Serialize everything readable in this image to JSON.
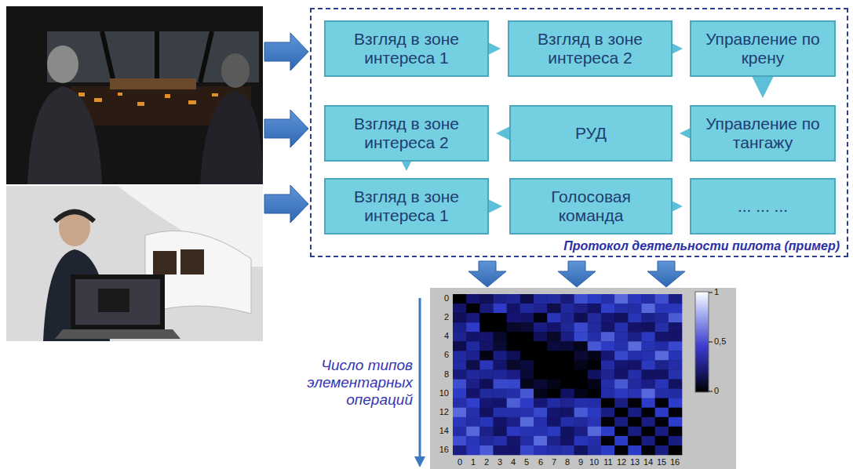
{
  "diagram": {
    "nodes": [
      {
        "text": [
          "Протокол деятельности пилота (пример)"
        ]
      },
      {
        "text": [
          "Взгляд в зоне интереса 1"
        ],
        "in": 0
      },
      {
        "text": [
          "Взгляд в зоне интереса 2"
        ],
        "in": 0
      },
      {
        "text": [
          "Управление по крену"
        ],
        "in": 0
      },
      {
        "text": [
          "Взгляд в зоне интереса 2"
        ],
        "in": 0
      },
      {
        "text": [
          "РУД"
        ],
        "in": 0
      },
      {
        "text": [
          "Управление по тангажу"
        ],
        "in": 0
      },
      {
        "text": [
          "Взгляд в зоне интереса 1"
        ],
        "in": 0
      },
      {
        "text": [
          "Голосовая команда"
        ],
        "in": 0
      },
      {
        "text": [
          "... ... ..."
        ],
        "in": 0
      }
    ],
    "edges": [
      {
        "from": 1,
        "to": 2,
        "arrow": "to"
      },
      {
        "from": 2,
        "to": 3,
        "arrow": "to"
      },
      {
        "from": 3,
        "to": 6,
        "arrow": "to"
      },
      {
        "from": 6,
        "to": 5,
        "arrow": "to"
      },
      {
        "from": 5,
        "to": 4,
        "arrow": "to"
      },
      {
        "from": 4,
        "to": 7,
        "arrow": "to"
      },
      {
        "from": 7,
        "to": 8,
        "arrow": "to"
      },
      {
        "from": 8,
        "to": 9,
        "arrow": "to"
      }
    ],
    "labels": [
      "Число типов элементарных операций",
      "0",
      "2",
      "4",
      "6",
      "8",
      "10",
      "12",
      "14",
      "16",
      "0",
      "1",
      "2",
      "3",
      "4",
      "5",
      "6",
      "7",
      "8",
      "9",
      "10",
      "11",
      "12",
      "13",
      "14",
      "15",
      "16",
      "1",
      "0,5",
      "0"
    ]
  }
}
